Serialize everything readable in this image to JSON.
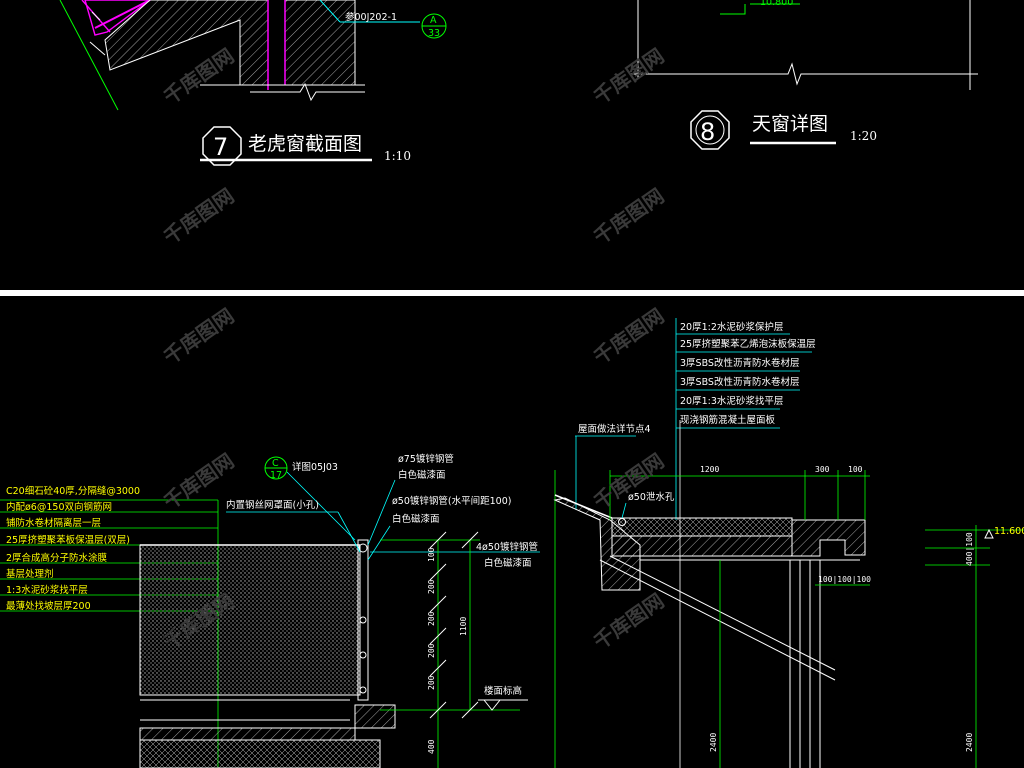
{
  "top_left": {
    "detail_number": "7",
    "title": "老虎窗截面图",
    "scale": "1:10",
    "ref_code": "参00J202-1",
    "ref_bubble_top": "A",
    "ref_bubble_bottom": "33"
  },
  "top_right": {
    "detail_number": "8",
    "title": "天窗详图",
    "scale": "1:20",
    "elevation": "10.800"
  },
  "layers_right": [
    "20厚1:2水泥砂浆保护层",
    "25厚挤塑聚苯乙烯泡沫板保温层",
    "3厚SBS改性沥青防水卷材层",
    "3厚SBS改性沥青防水卷材层",
    "20厚1:3水泥砂浆找平层",
    "现浇钢筋混凝土屋面板"
  ],
  "layers_left": [
    "C20细石砼40厚,分隔缝@3000",
    "内配ø6@150双向钢筋网",
    "铺防水卷材隔离层一层",
    "25厚挤塑聚苯板保温层(双层)",
    "2厚合成高分子防水涂膜",
    "基层处理剂",
    "1:3水泥砂浆找平层",
    "最薄处找坡层厚200"
  ],
  "rail_labels": {
    "detail_bubble_top": "C",
    "detail_bubble_bottom": "17",
    "detail_ref": "详图05J03",
    "pipe75": "ø75镀锌钢管",
    "pipe75_paint": "白色磁漆面",
    "mesh": "内置钢丝网罩面(小孔)",
    "pipe50": "ø50镀锌钢管(水平间距100)",
    "pipe50_paint": "白色磁漆面",
    "pipe60": "4ø50镀锌钢管",
    "pipe60_paint": "白色磁漆面",
    "floor_level": "楼面标高"
  },
  "canopy_labels": {
    "note": "屋面做法详节点4",
    "drain": "ø50泄水孔",
    "elevation": "11.600"
  },
  "dimensions": {
    "rail_total": "1100",
    "rail_seg": "200",
    "rail_seg2": "100",
    "rail_low": "400",
    "canopy_width": "1200",
    "canopy_d1": "300",
    "canopy_d2": "100",
    "canopy_bottom": "100|100|100",
    "canopy_height": "2400",
    "right_height": "2400",
    "right_small": "400|100"
  },
  "watermark": "千库图网",
  "colors": {
    "background": "#000000",
    "line_white": "#ffffff",
    "line_cyan": "#00ffff",
    "line_green": "#00ff00",
    "line_yellow": "#ffff00",
    "line_magenta": "#ff00ff",
    "divider": "#ffffff"
  }
}
